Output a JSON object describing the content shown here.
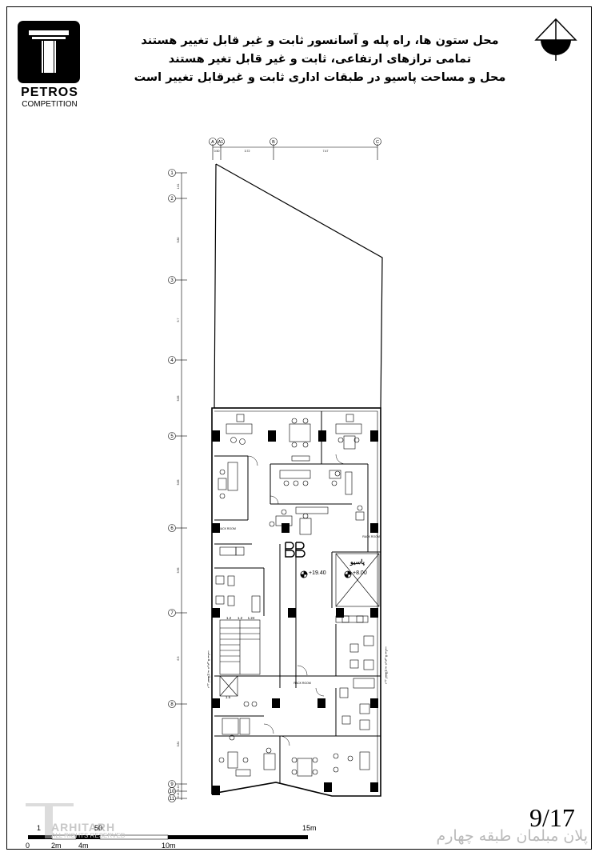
{
  "brand": {
    "name": "PETROS",
    "sub": "COMPETITION"
  },
  "notes": [
    "محل ستون ها، راه پله و آسانسور ثابت و غیر قابل تغییر هستند",
    "تمامی ترازهای ارتفاعی، ثابت و غیر قابل تغیر هستند",
    "محل و مساحت پاسیو در طبقات اداری ثابت و غیرقابل تغییر است"
  ],
  "grid_cols": [
    {
      "label": "A"
    },
    {
      "label": "A1"
    },
    {
      "label": "B"
    },
    {
      "label": "C"
    }
  ],
  "col_dims": [
    "0.50",
    "3.72",
    "7.47"
  ],
  "grid_rows": [
    "1",
    "2",
    "3",
    "4",
    "5",
    "6",
    "7",
    "8",
    "9",
    "10",
    "11"
  ],
  "row_dims": [
    "1.61",
    "5.80",
    "5.7",
    "5.85",
    "5.96",
    "6.5",
    "3.81",
    "0.14",
    "0.14"
  ],
  "rooms": {
    "rack1": "RACK ROOM",
    "rack2": "RACK ROOM",
    "rack3": "RACK ROOM",
    "patio": "پاسیو"
  },
  "levels": {
    "main": "+19.40",
    "patio": "+8.00"
  },
  "stair_dims": [
    "1.2",
    "1.2",
    "1.24"
  ],
  "stair_dim2": "1.5",
  "void_note": "درز انقطاع به عرض ۵ سانت",
  "sheet": {
    "number": "9/17",
    "title": "پلان مبلمان طبقه چهارم"
  },
  "watermark": {
    "name": "ARHITARH",
    "sub": "ALL RIGHTS RESERVED"
  },
  "scale": {
    "ticks": [
      "0",
      "2m",
      "4m",
      "10m"
    ],
    "top_ticks": [
      "1",
      "50",
      "15m"
    ]
  }
}
